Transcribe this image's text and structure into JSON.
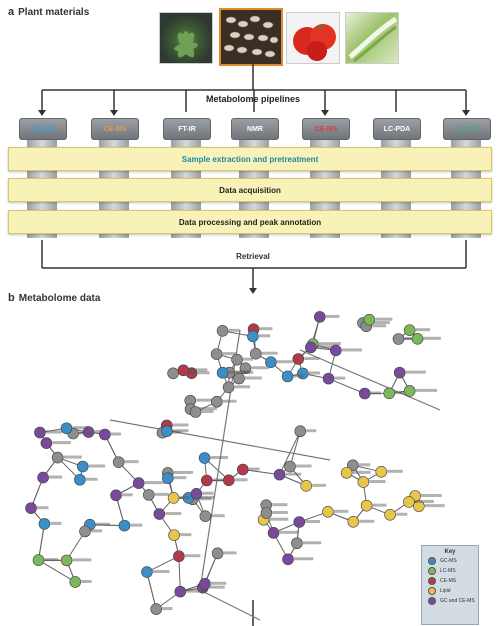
{
  "section_a": {
    "letter": "a",
    "title": "Plant materials",
    "photos": [
      "arabidopsis-photo",
      "seeds-photo",
      "tomato-photo",
      "leaf-photo"
    ],
    "pipeline_title": "Metabolome pipelines",
    "platforms": [
      {
        "label": "GC-MS",
        "color": "#3aa0d8"
      },
      {
        "label": "CE-MS",
        "color": "#e39a4a"
      },
      {
        "label": "FT-IR",
        "color": "#ffffff"
      },
      {
        "label": "NMR",
        "color": "#ffffff"
      },
      {
        "label": "CE-MS",
        "color": "#e03b3b"
      },
      {
        "label": "LC-PDA",
        "color": "#ffffff"
      },
      {
        "label": "LC-MS",
        "color": "#48a879"
      }
    ],
    "bands": [
      "Sample extraction and pretreatment",
      "Data acquisition",
      "Data processing and peak annotation"
    ],
    "retrieval": "Retrieval"
  },
  "section_b": {
    "letter": "b",
    "title": "Metabolome data",
    "legend": {
      "title": "Key",
      "items": [
        {
          "label": "GC-MS",
          "color": "#3a8fc8"
        },
        {
          "label": "LC-MS",
          "color": "#7ab85a"
        },
        {
          "label": "CE-MS",
          "color": "#b03a4a"
        },
        {
          "label": "Lipid",
          "color": "#e8c64a"
        },
        {
          "label": "GC and CE-MS",
          "color": "#7a4a9a"
        }
      ]
    }
  },
  "colors": {
    "band": "#f8f1b8",
    "gc": "#3a8fc8",
    "lc": "#7ab85a",
    "ce": "#b03a4a",
    "lipid": "#e8c64a",
    "mix": "#7a4a9a",
    "grey": "#8e8e8e"
  }
}
